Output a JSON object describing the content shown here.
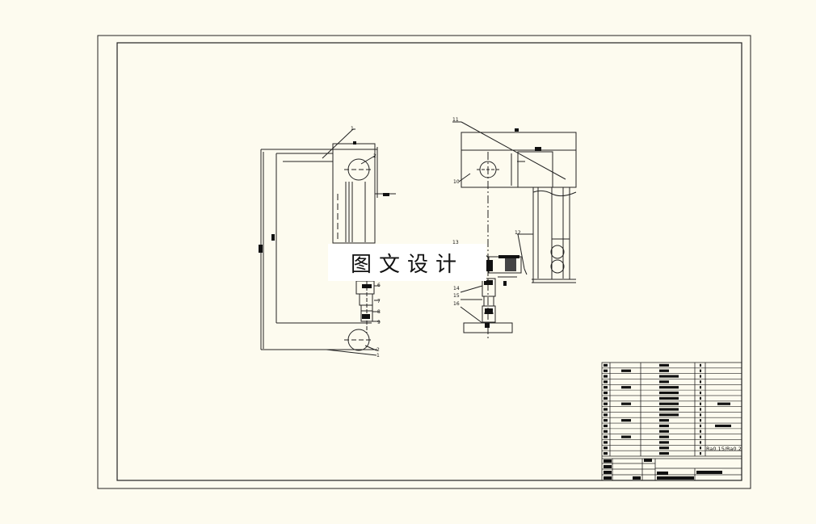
{
  "watermark": "图文设计",
  "part_labels": {
    "l1": "1",
    "l2": "2",
    "l6": "6",
    "l7": "7",
    "l8": "8",
    "l9": "9",
    "l2b": "2",
    "l1b": "1",
    "l10": "10",
    "l11": "11",
    "l12": "12",
    "l13": "13",
    "l14": "14",
    "l15": "15",
    "l16": "16"
  },
  "tolerance_note": "Ra0.15/Ra0.2"
}
